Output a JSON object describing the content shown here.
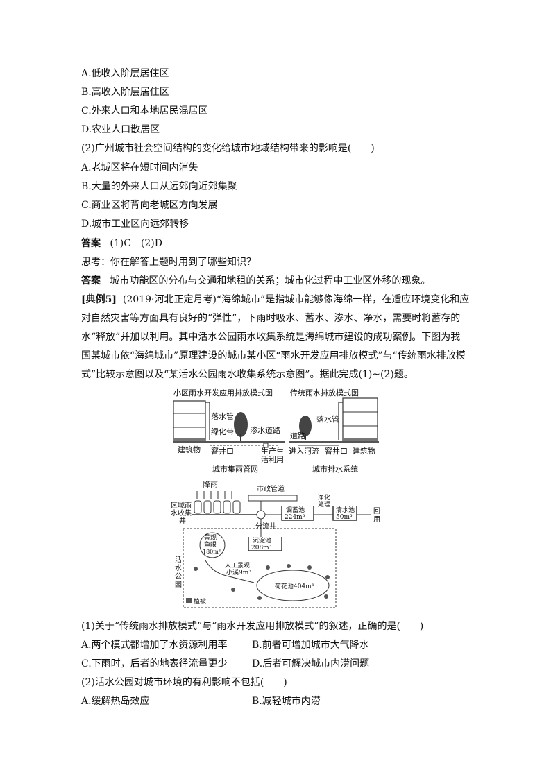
{
  "q1_options": [
    "A.低收入阶层居住区",
    "B.高收入阶层居住区",
    "C.外来人口和本地居民混居区",
    "D.农业人口散居区"
  ],
  "q2": {
    "stem": "(2)广州城市社会空间结构的变化给城市地域结构带来的影响是(　　)",
    "options": [
      "A.老城区将在短时间内消失",
      "B.大量的外来人口从远郊向近郊集聚",
      "C.商业区将背向老城区方向发展",
      "D.城市工业区向远郊转移"
    ]
  },
  "answer1": {
    "label": "答案",
    "text": "(1)C　(2)D"
  },
  "think": "思考：你在解答上题时用到了哪些知识？",
  "answer2": {
    "label": "答案",
    "text": "城市功能区的分布与交通和地租的关系；城市化过程中工业区外移的现象。"
  },
  "example": {
    "tag": "[典例5]",
    "text": "(2019·河北正定月考)“海绵城市”是指城市能够像海绵一样，在适应环境变化和应对自然灾害等方面具有良好的“弹性”，下雨时吸水、蓄水、渗水、净水，需要时将蓄存的水“释放”并加以利用。其中活水公园雨水收集系统是海绵城市建设的成功案例。下图为我国某城市依“海绵城市”原理建设的城市某小区“雨水开发应用排放模式”与“传统雨水排放模式”比较示意图以及“某活水公园雨水收集系统示意图”。据此完成(1)~(2)题。"
  },
  "figure_top": {
    "left_title": "小区雨水开发应用排放模式图",
    "right_title": "传统雨水排放模式图",
    "left_labels": {
      "pipe": "落水管",
      "green": "绿化带",
      "road": "渗水道路",
      "building": "建筑物",
      "well": "窨井口",
      "use1": "生产生",
      "use2": "活利用"
    },
    "right_labels": {
      "pipe": "落水管",
      "road": "道路",
      "building": "建筑物",
      "river": "进入河流",
      "well": "窨井口"
    },
    "left_caption": "城市集雨管网",
    "right_caption": "城市排水系统"
  },
  "figure_bottom": {
    "rain": "降雨",
    "collect": [
      "区域雨",
      "水收集",
      "井"
    ],
    "municipal": "市政管道",
    "divert": "分流井",
    "regulate": "调蓄池",
    "regulate_vol": "224m³",
    "purify": [
      "净化",
      "处理"
    ],
    "clear": "清水池",
    "clear_vol": "50m³",
    "reuse": [
      "回",
      "用"
    ],
    "sediment": "沉淀池",
    "sediment_vol": "208m³",
    "fish": [
      "景观",
      "鱼眼",
      "180m³"
    ],
    "stream": [
      "人工景观",
      "小溪9m³"
    ],
    "lotus": "荷花池404m³",
    "park": [
      "活",
      "水",
      "公",
      "园"
    ],
    "legend": "植被"
  },
  "q3": {
    "stem": "(1)关于“传统雨水排放模式”与“雨水开发应用排放模式”的叙述，正确的是(　　)",
    "a": "A.两个模式都增加了水资源利用率",
    "b": "B.前者可增加城市大气降水",
    "c": "C.下雨时，后者的地表径流量更少",
    "d": "D.后者可解决城市内涝问题"
  },
  "q4": {
    "stem": "(2)活水公园对城市环境的有利影响不包括(　　)",
    "a": "A.缓解热岛效应",
    "b": "B.减轻城市内涝"
  }
}
